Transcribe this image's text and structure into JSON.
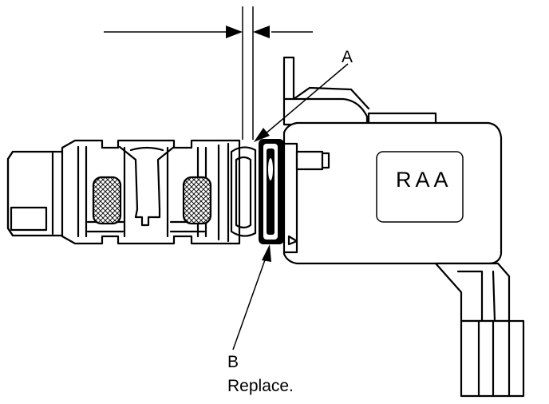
{
  "labels": {
    "a": "A",
    "b": "B",
    "b_note": "Replace."
  },
  "part_marking": "RAA",
  "icons": [
    "filter-screen-icon",
    "arrow-icon"
  ]
}
